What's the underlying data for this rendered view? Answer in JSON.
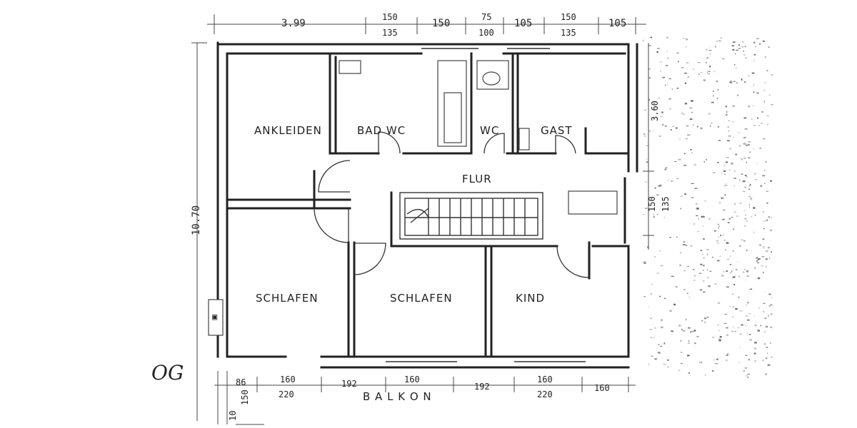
{
  "floor_label": "OG",
  "rooms": {
    "ankleiden": "ANKLEIDEN",
    "bad_wc": "BAD WC",
    "wc": "WC",
    "gast": "GAST",
    "flur": "FLUR",
    "schlafen_1": "SCHLAFEN",
    "schlafen_2": "SCHLAFEN",
    "kind": "KIND",
    "balkon": "B A L K O N"
  },
  "dimensions_top": {
    "d1": "3.99",
    "d2_top": "150",
    "d2_bottom": "135",
    "d3": "150",
    "d4_top": "75",
    "d4_bottom": "100",
    "d5": "105",
    "d6_top": "150",
    "d6_bottom": "135",
    "d7": "105"
  },
  "dimensions_left": {
    "total": "10.70"
  },
  "dimensions_right": {
    "upper": "3.60",
    "mid_top": "150",
    "mid_bottom": "135"
  },
  "dimensions_bottom": {
    "b1": "86",
    "b2": "160",
    "b2_low": "220",
    "b3": "192",
    "b4": "160",
    "b5": "192",
    "b6": "160",
    "b6_low": "220",
    "b7": "160",
    "b_small_1": "150",
    "b_small_2": "10"
  }
}
